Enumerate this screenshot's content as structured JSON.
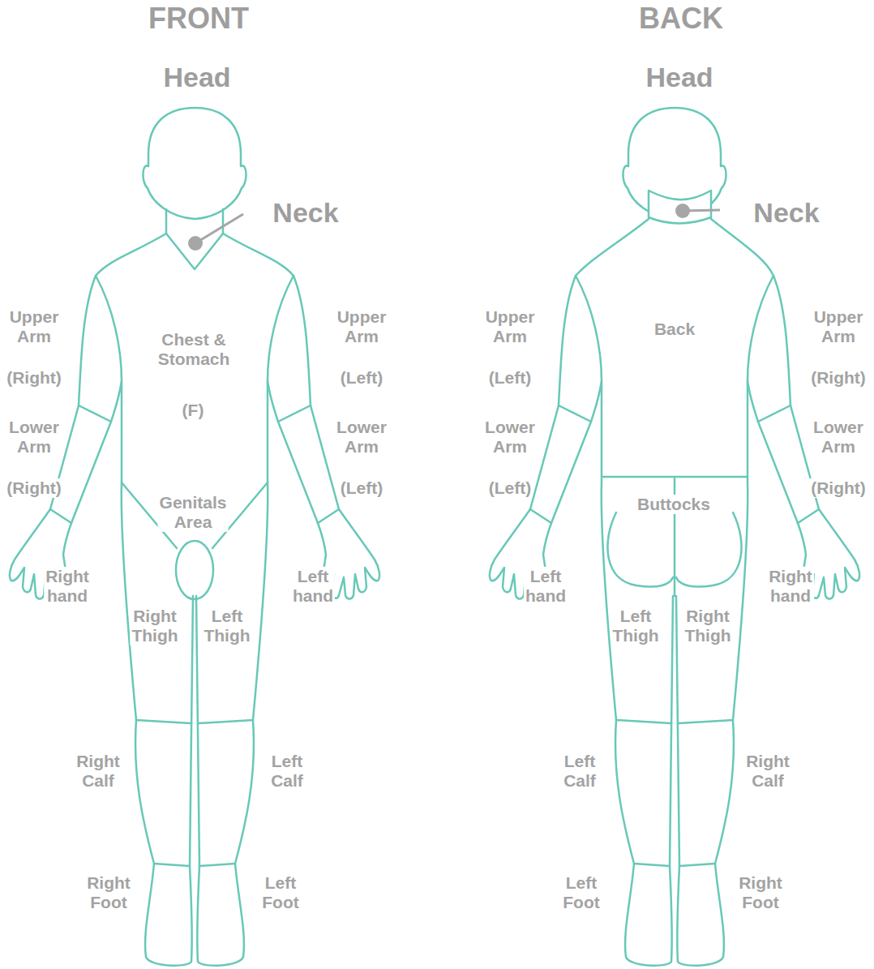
{
  "diagram": {
    "labels": [
      "FRONT",
      "BACK",
      "Head",
      "Head",
      "Neck",
      "Neck",
      "Upper Arm",
      "Chest & Stomach",
      "Upper Arm",
      "Back",
      "Upper Arm",
      "Upper Arm",
      "(Right)",
      "(Left)",
      "(Left)",
      "(Right)",
      "(F)",
      "Lower Arm",
      "Lower Arm",
      "Lower Arm",
      "Lower Arm",
      "(Right)",
      "(Left)",
      "(Left)",
      "(Right)",
      "Genitals Area",
      "Buttocks",
      "Right hand",
      "Left hand",
      "Left hand",
      "Right hand",
      "Right Thigh",
      "Left Thigh",
      "Left Thigh",
      "Right Thigh",
      "Right Calf",
      "Left Calf",
      "Left Calf",
      "Right Calf",
      "Right Foot",
      "Left Foot",
      "Left Foot",
      "Right Foot"
    ]
  }
}
